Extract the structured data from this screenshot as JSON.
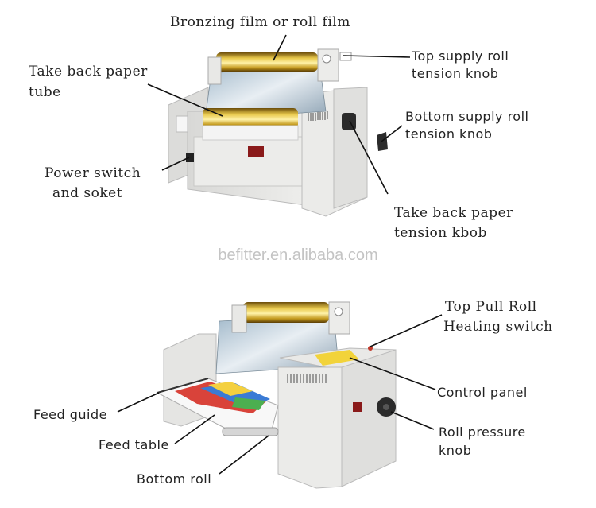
{
  "labels_top": {
    "bronzing_film": "Bronzing film or roll film",
    "take_back_tube_1": "Take back paper",
    "take_back_tube_2": "tube",
    "top_supply_1": "Top supply roll",
    "top_supply_2": "tension knob",
    "bottom_supply_1": "Bottom supply roll",
    "bottom_supply_2": "tension knob",
    "power_switch_1": "Power switch",
    "power_switch_2": "and soket",
    "take_back_tension_1": "Take back paper",
    "take_back_tension_2": "tension kbob"
  },
  "watermark": "befitter.en.alibaba.com",
  "labels_bottom": {
    "top_pull_1": "Top Pull Roll",
    "top_pull_2": "Heating switch",
    "control_panel": "Control panel",
    "feed_guide": "Feed guide",
    "roll_pressure_1": "Roll pressure",
    "roll_pressure_2": "knob",
    "feed_table": "Feed table",
    "bottom_roll": "Bottom roll"
  },
  "colors": {
    "gold": "#c9a227",
    "machine_body": "#e6e6e4",
    "leader_line": "#111111"
  }
}
